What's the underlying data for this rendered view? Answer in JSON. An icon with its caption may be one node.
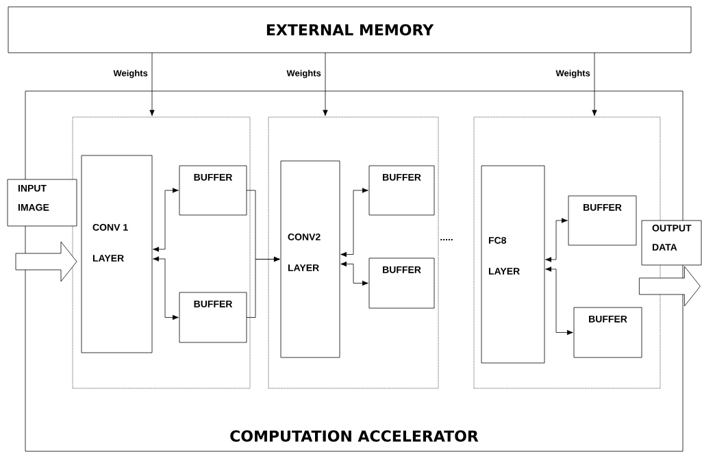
{
  "diagram": {
    "nodes": [
      {
        "text": [
          "EXTERNAL MEMORY"
        ]
      },
      {
        "text": [
          "COMPUTATION ACCELERATOR"
        ]
      },
      {
        "text": [],
        "shape": "box",
        "in": 1
      },
      {
        "text": [
          "CONV 1 LAYER"
        ],
        "in": 2
      },
      {
        "text": [
          "BUFFER"
        ],
        "in": 2
      },
      {
        "text": [
          "BUFFER"
        ],
        "in": 2
      },
      {
        "text": [],
        "shape": "box",
        "in": 1
      },
      {
        "text": [
          "CONV2 LAYER"
        ],
        "in": 6
      },
      {
        "text": [
          "BUFFER"
        ],
        "in": 6
      },
      {
        "text": [
          "BUFFER"
        ],
        "in": 6
      },
      {
        "text": [],
        "shape": "box",
        "in": 1
      },
      {
        "text": [
          "FC8 LAYER"
        ],
        "in": 10
      },
      {
        "text": [
          "BUFFER"
        ],
        "in": 10
      },
      {
        "text": [
          "BUFFER"
        ],
        "in": 10
      },
      {
        "text": [
          "INPUT IMAGE"
        ]
      },
      {
        "text": [
          "OUTPUT DATA"
        ]
      }
    ],
    "edges": [
      {
        "from": 0,
        "to": 2,
        "arrow": "to",
        "label": "Weights"
      },
      {
        "from": 0,
        "to": 6,
        "arrow": "to",
        "label": "Weights"
      },
      {
        "from": 0,
        "to": 10,
        "arrow": "to",
        "label": "Weights"
      },
      {
        "from": 3,
        "to": 4,
        "arrow": "both"
      },
      {
        "from": 3,
        "to": 5,
        "arrow": "both"
      },
      {
        "from": 4,
        "to": 7,
        "arrow": "to"
      },
      {
        "from": 5,
        "to": 7,
        "arrow": "to"
      },
      {
        "from": 7,
        "to": 8,
        "arrow": "both"
      },
      {
        "from": 7,
        "to": 9,
        "arrow": "both"
      },
      {
        "from": 11,
        "to": 12,
        "arrow": "both"
      },
      {
        "from": 11,
        "to": 13,
        "arrow": "both"
      },
      {
        "from": null,
        "to": 3,
        "arrow": "to"
      },
      {
        "from": 10,
        "to": null,
        "arrow": "to"
      }
    ],
    "labels": [
      "....."
    ]
  }
}
